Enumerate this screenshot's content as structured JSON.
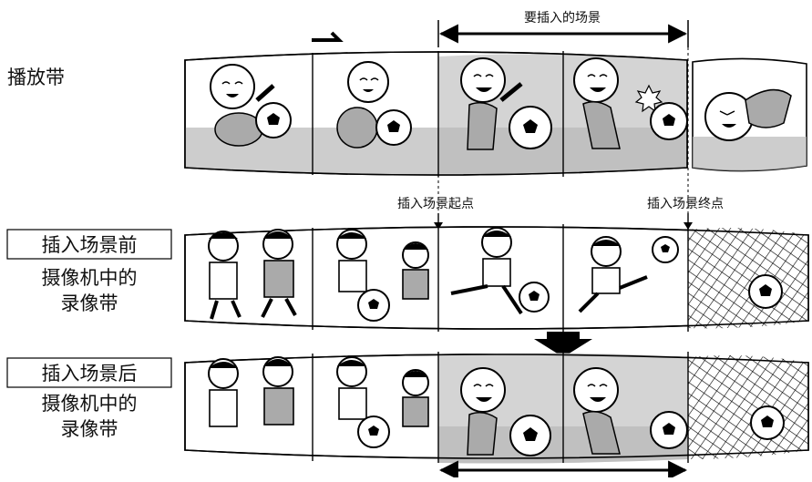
{
  "header": {
    "scene_to_insert": "要插入的场景"
  },
  "rows": {
    "playback": {
      "label": "播放带"
    },
    "before": {
      "boxed_label": "插入场景前",
      "label_line1": "摄像机中的",
      "label_line2": "录像带"
    },
    "after": {
      "boxed_label": "插入场景后",
      "label_line1": "摄像机中的",
      "label_line2": "录像带"
    }
  },
  "markers": {
    "start": "插入场景起点",
    "end": "插入场景终点"
  },
  "icons": {
    "play_direction": "right-arrow-icon",
    "result": "down-arrow-icon",
    "ball": "soccer-ball-icon",
    "net": "goal-net-icon"
  },
  "colors": {
    "frame_border": "#000000",
    "highlight_gray": "#d4d4d4",
    "floor_gray": "#b8b8b8",
    "skin": "#ffffff"
  }
}
